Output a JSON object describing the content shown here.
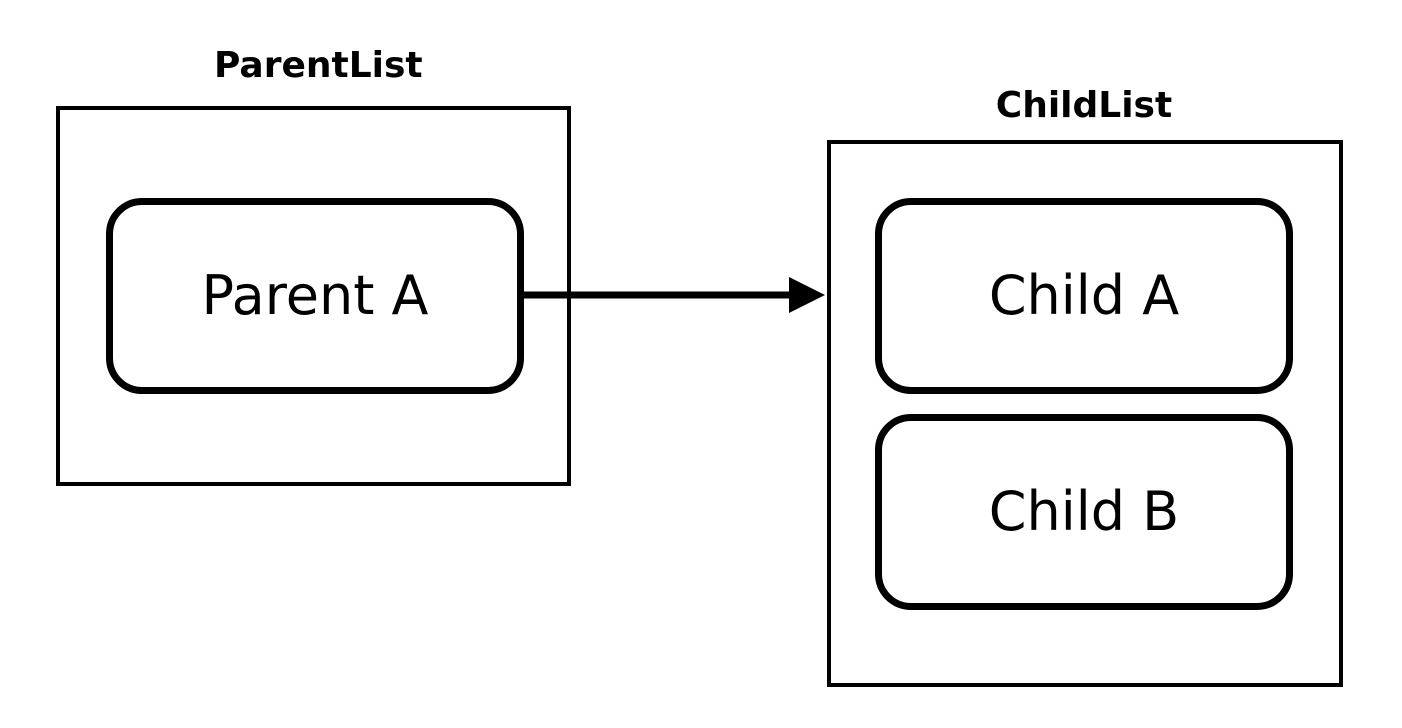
{
  "parent_list": {
    "title": "ParentList",
    "items": [
      {
        "label": "Parent A"
      }
    ]
  },
  "child_list": {
    "title": "ChildList",
    "items": [
      {
        "label": "Child A"
      },
      {
        "label": "Child B"
      }
    ]
  },
  "edges": [
    {
      "from": "Parent A",
      "to": "ChildList",
      "arrowhead": "filled-triangle"
    }
  ],
  "colors": {
    "stroke": "#000000",
    "background": "#ffffff"
  }
}
